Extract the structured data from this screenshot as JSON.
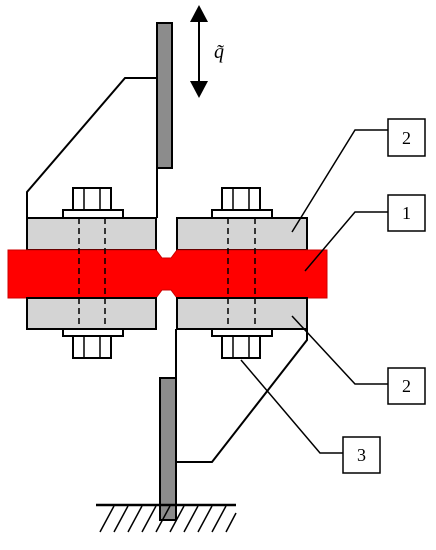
{
  "figure": {
    "arrow_label": "q̃",
    "callouts": [
      {
        "id": "callout-2-top",
        "label": "2"
      },
      {
        "id": "callout-1",
        "label": "1"
      },
      {
        "id": "callout-2-bottom",
        "label": "2"
      },
      {
        "id": "callout-3",
        "label": "3"
      }
    ]
  },
  "colors": {
    "specimen": "#ff0000",
    "specimen_edge": "#cc0000",
    "grip_plate": "#d4d4d4",
    "rod": "#8c8c8c",
    "line": "#000000",
    "background": "#ffffff"
  },
  "icons": {
    "motion": "double-arrow-vertical-icon",
    "ground": "ground-hatch-icon"
  }
}
